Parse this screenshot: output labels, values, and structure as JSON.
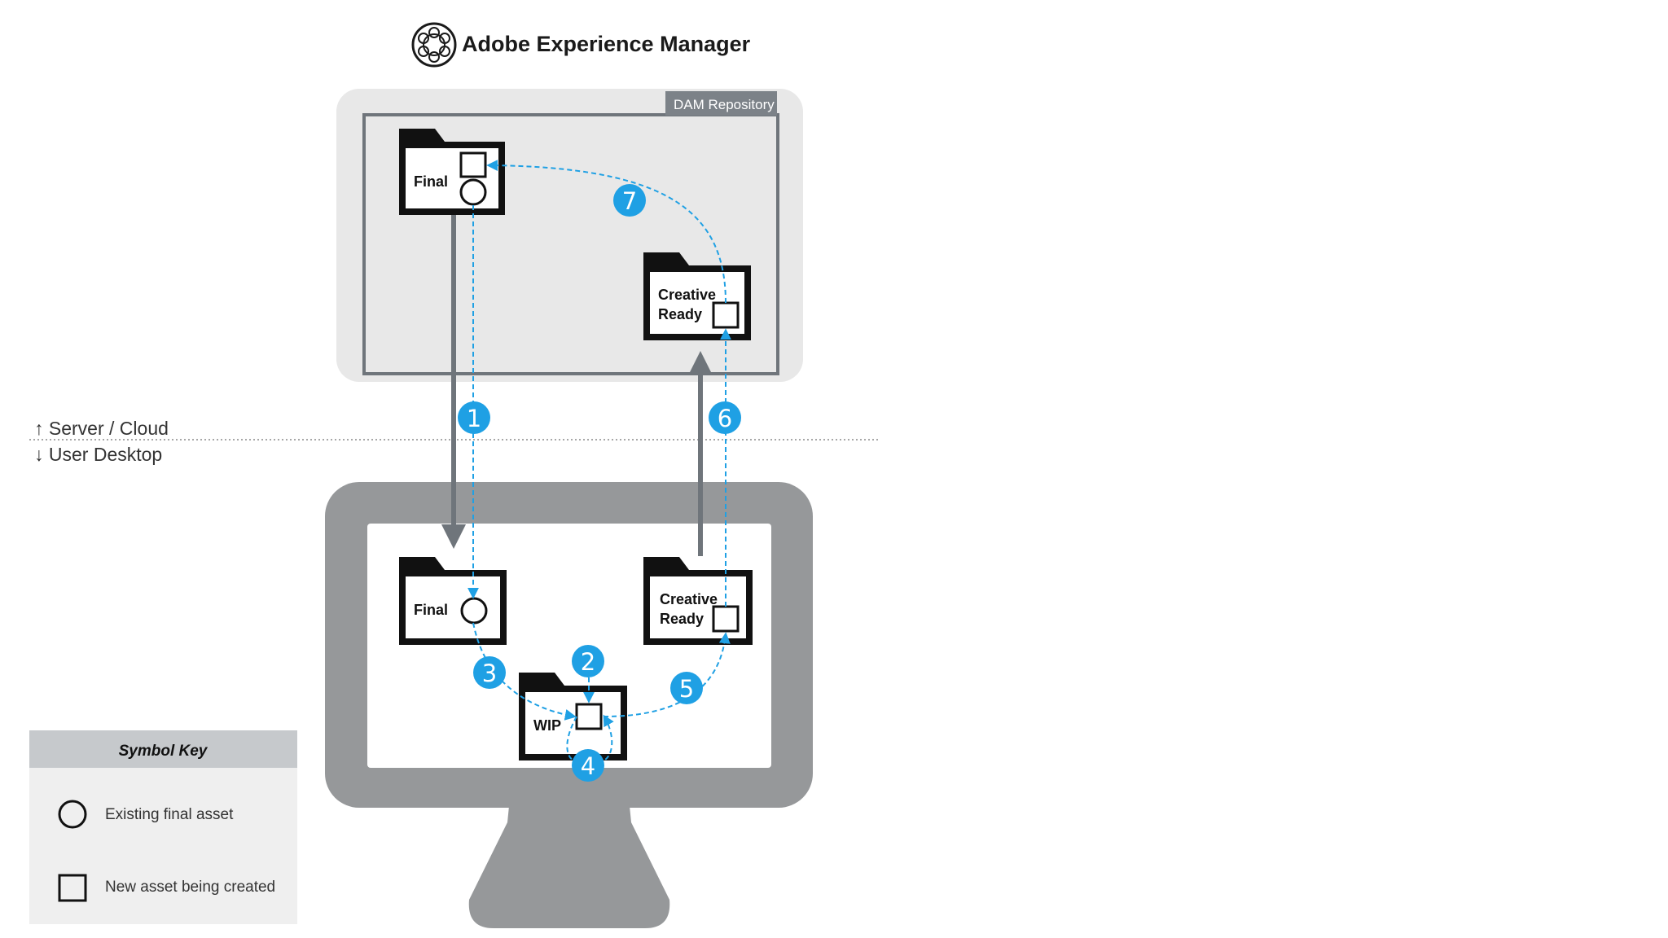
{
  "header": {
    "title": "Adobe Experience Manager",
    "logo": "aem-logo-icon"
  },
  "dam": {
    "badge": "DAM Repository",
    "folders": {
      "final": {
        "label": "Final"
      },
      "creative_ready": {
        "label_line1": "Creative",
        "label_line2": "Ready"
      }
    }
  },
  "zones": {
    "server": "↑ Server / Cloud",
    "desktop": "↓ User Desktop"
  },
  "desktop": {
    "folders": {
      "final": {
        "label": "Final"
      },
      "creative_ready": {
        "label_line1": "Creative",
        "label_line2": "Ready"
      },
      "wip": {
        "label": "WIP"
      }
    }
  },
  "steps": [
    "1",
    "2",
    "3",
    "4",
    "5",
    "6",
    "7"
  ],
  "symbol_key": {
    "title": "Symbol Key",
    "items": [
      {
        "icon": "circle-icon",
        "label": "Existing final asset"
      },
      {
        "icon": "square-icon",
        "label": "New asset being created"
      }
    ]
  },
  "colors": {
    "accent": "#1fa0e4",
    "arrow_gray": "#6f757b",
    "monitor": "#96989a",
    "panel": "#e8e8e8",
    "key_header": "#c6c9cc",
    "key_body": "#efefef"
  }
}
